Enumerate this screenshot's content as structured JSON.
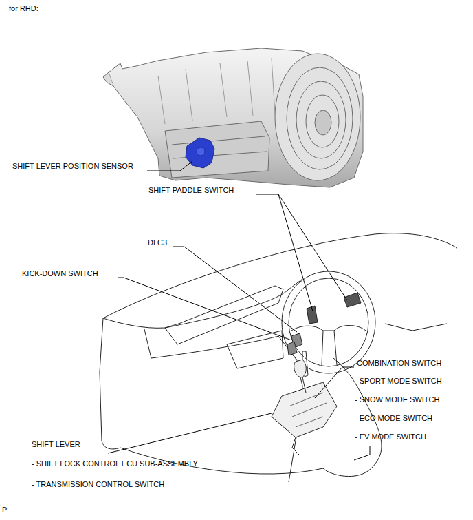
{
  "diagram": {
    "labels": [
      "for RHD:",
      "SHIFT LEVER POSITION SENSOR",
      "SHIFT PADDLE SWITCH",
      "DLC3",
      "KICK-DOWN SWITCH",
      "COMBINATION SWITCH",
      "- SPORT MODE SWITCH",
      "- SNOW MODE SWITCH",
      "- ECO MODE SWITCH",
      "- EV MODE SWITCH",
      "SHIFT LEVER",
      "- SHIFT LOCK CONTROL ECU SUB-ASSEMBLY",
      "- TRANSMISSION CONTROL SWITCH",
      "P"
    ]
  }
}
